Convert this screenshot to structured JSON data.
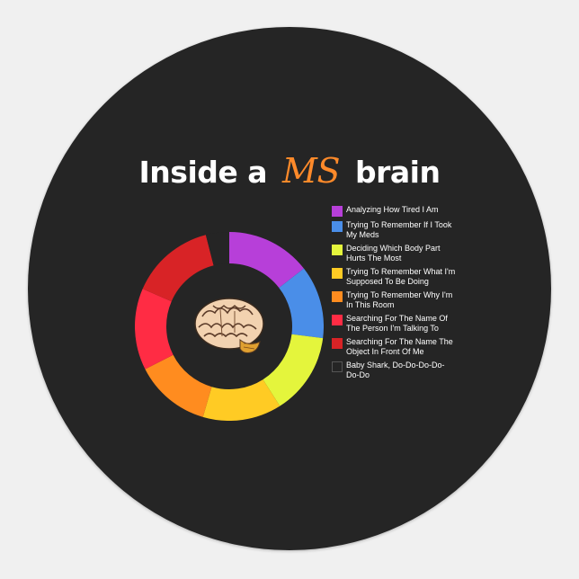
{
  "title": {
    "prefix": "Inside a",
    "highlight": "MS",
    "suffix": "brain",
    "highlight_color": "#ff8a2a"
  },
  "center_image": "brain-illustration",
  "legend": [
    {
      "label": "Analyzing How Tired I Am",
      "color": "#b73fd9"
    },
    {
      "label": "Trying To Remember If I Took My Meds",
      "color": "#4a8ee8"
    },
    {
      "label": "Deciding Which Body Part Hurts The Most",
      "color": "#e4f53c"
    },
    {
      "label": "Trying To Remember What I'm Supposed To Be Doing",
      "color": "#ffcb24"
    },
    {
      "label": "Trying To Remember Why I'm In This Room",
      "color": "#ff8c1f"
    },
    {
      "label": "Searching For The Name Of The Person I'm Talking To",
      "color": "#ff2c44"
    },
    {
      "label": "Searching For The Name The Object In Front Of Me",
      "color": "#d82326"
    },
    {
      "label": "Baby Shark, Do-Do-Do-Do-Do-Do",
      "color": "#252525"
    }
  ],
  "chart_data": {
    "type": "pie",
    "subtype": "donut",
    "title": "Inside a MS brain",
    "categories": [
      "Analyzing How Tired I Am",
      "Trying To Remember If I Took My Meds",
      "Deciding Which Body Part Hurts The Most",
      "Trying To Remember What I'm Supposed To Be Doing",
      "Trying To Remember Why I'm In This Room",
      "Searching For The Name Of The Person I'm Talking To",
      "Searching For The Name The Object In Front Of Me",
      "Baby Shark, Do-Do-Do-Do-Do-Do"
    ],
    "values": [
      14.5,
      12.5,
      14,
      13.5,
      13,
      14,
      14.5,
      4
    ],
    "colors": [
      "#b73fd9",
      "#4a8ee8",
      "#e4f53c",
      "#ffcb24",
      "#ff8c1f",
      "#ff2c44",
      "#d82326",
      "#252525"
    ],
    "start_angle_deg": 0,
    "direction": "clockwise",
    "legend_position": "right"
  }
}
